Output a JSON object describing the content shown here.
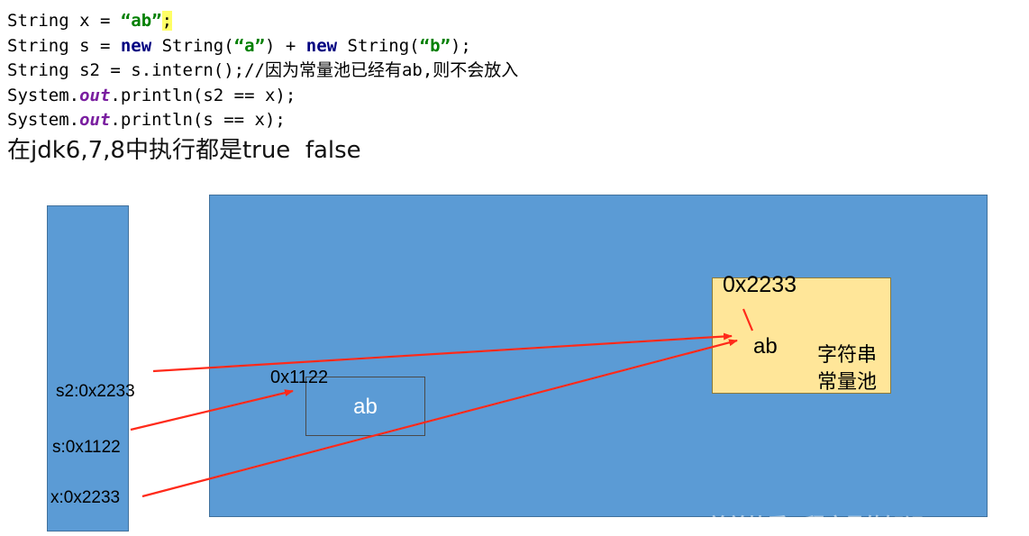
{
  "code": {
    "line1": {
      "a": "String x = ",
      "b": "“ab”",
      "c": ";"
    },
    "line2": {
      "a": "String s = ",
      "b": "new",
      "c": " String(",
      "d": "“a”",
      "e": ") + ",
      "f": "new",
      "g": " String(",
      "h": "“b”",
      "i": ");"
    },
    "line3": "String s2 = s.intern();//因为常量池已经有ab,则不会放入",
    "line4": {
      "a": "System.",
      "b": "out",
      "c": ".println(s2 == x);"
    },
    "line5": {
      "a": "System.",
      "b": "out",
      "c": ".println(s == x);"
    }
  },
  "summary": "在jdk6,7,8中执行都是true  false",
  "diagram": {
    "stack_vars": [
      "s2:0x2233",
      "s:0x1122",
      "x:0x2233"
    ],
    "heap_object": {
      "address": "0x1122",
      "value": "ab"
    },
    "string_pool": {
      "address": "0x2233",
      "value": "ab",
      "label_line1": "字符串",
      "label_line2": "常量池"
    }
  },
  "colors": {
    "box_fill": "#5b9bd5",
    "pool_fill": "#ffe699",
    "arrow": "#ff2a1a"
  },
  "watermark": "PDKK.COM 单单块看 · 程序员的知识"
}
